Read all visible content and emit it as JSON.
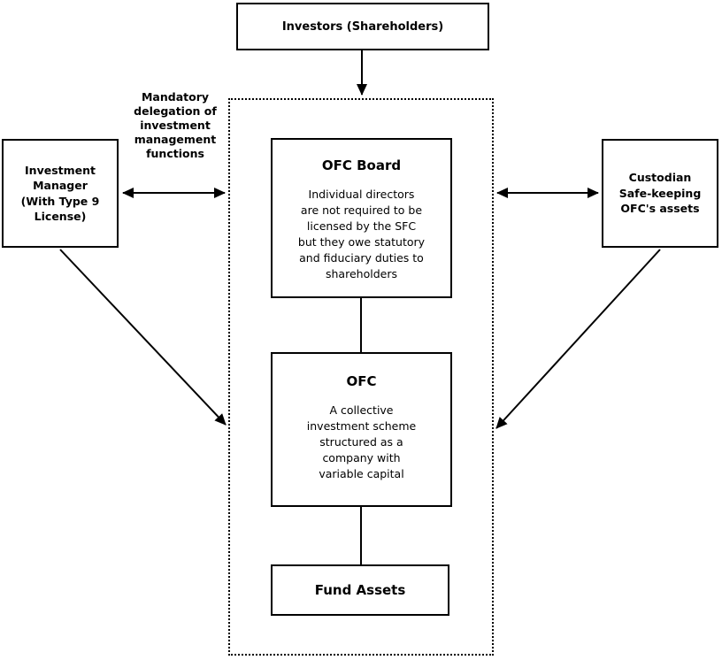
{
  "diagram": {
    "investors": {
      "label": "Investors (Shareholders)"
    },
    "delegation_note": "Mandatory\ndelegation of\ninvestment\nmanagement\nfunctions",
    "investment_manager": {
      "label": "Investment\nManager\n(With Type 9\nLicense)"
    },
    "custodian": {
      "label": "Custodian\nSafe-keeping\nOFC's assets"
    },
    "ofc_board": {
      "title": "OFC Board",
      "body": "Individual directors\nare not required to be\nlicensed by the SFC\nbut they owe statutory\nand fiduciary duties to\nshareholders"
    },
    "ofc": {
      "title": "OFC",
      "body": "A collective\ninvestment scheme\nstructured as a\ncompany with\nvariable capital"
    },
    "fund_assets": {
      "label": "Fund Assets"
    },
    "colors": {
      "line": "#000000",
      "background": "#ffffff",
      "text": "#000000"
    }
  }
}
